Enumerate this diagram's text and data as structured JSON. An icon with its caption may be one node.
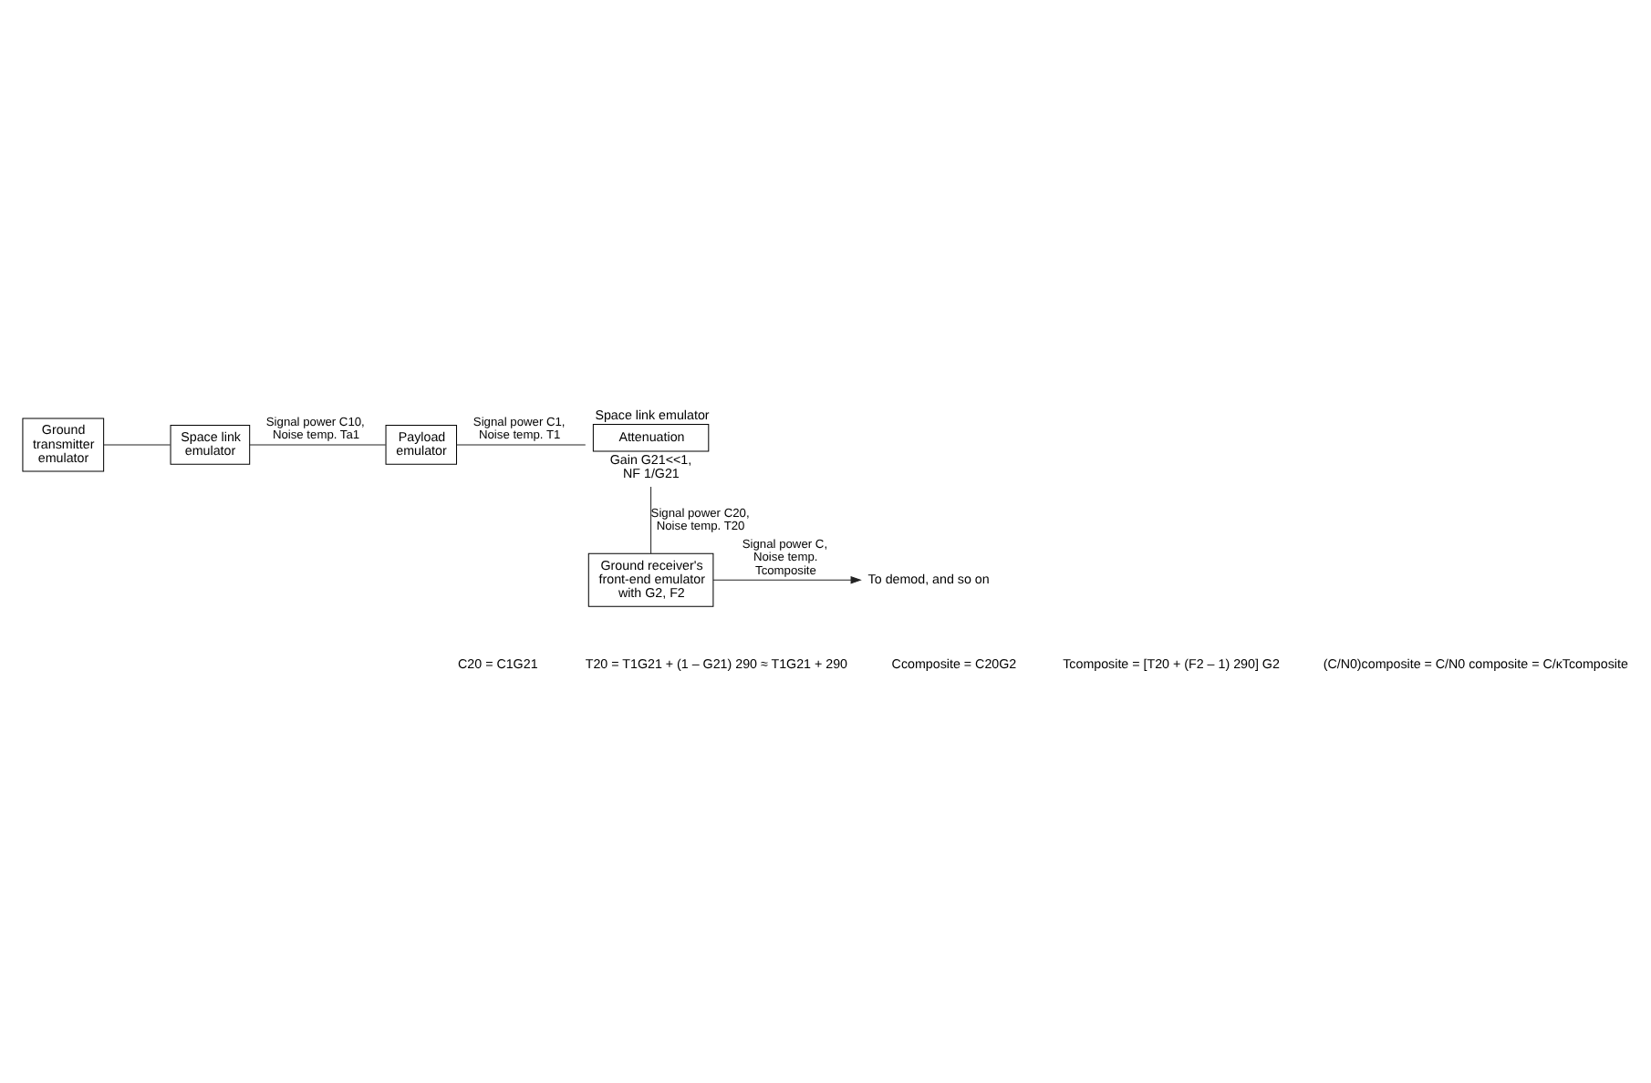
{
  "diagram": {
    "nodes": [
      {
        "text": [
          "Ground transmitter emulator"
        ]
      },
      {
        "text": [
          "Space link emulator"
        ]
      },
      {
        "text": [
          "Payload emulator"
        ]
      },
      {
        "text": [
          "Attenuation"
        ],
        "beside": [
          "Space link emulator",
          "Gain G21<<1, NF 1/G21"
        ]
      },
      {
        "text": [
          "Ground receiver's front-end emulator with G2, F2"
        ]
      },
      {
        "text": [
          "To demod, and so on"
        ]
      }
    ],
    "edges": [
      {
        "from": 0,
        "to": 1,
        "arrow": "none"
      },
      {
        "from": 1,
        "to": 2,
        "arrow": "none",
        "label": "Signal power C10, Noise temp. Ta1"
      },
      {
        "from": 2,
        "to": 3,
        "arrow": "none",
        "label": "Signal power C1, Noise temp. T1"
      },
      {
        "from": 3,
        "to": 4,
        "arrow": "none",
        "label": "Signal power C20, Noise temp. T20"
      },
      {
        "from": 4,
        "to": 5,
        "arrow": "to",
        "label": "Signal power C, Noise temp. Tcomposite"
      }
    ],
    "labels": [
      "C20 = C1G21",
      "T20 = T1G21 + (1 – G21) 290 ≈ T1G21 + 290",
      "Ccomposite = C20G2",
      "Tcomposite = [T20 + (F2 – 1) 290] G2",
      "(C/N0)composite = C/N0 composite = C/κTcomposite"
    ]
  }
}
